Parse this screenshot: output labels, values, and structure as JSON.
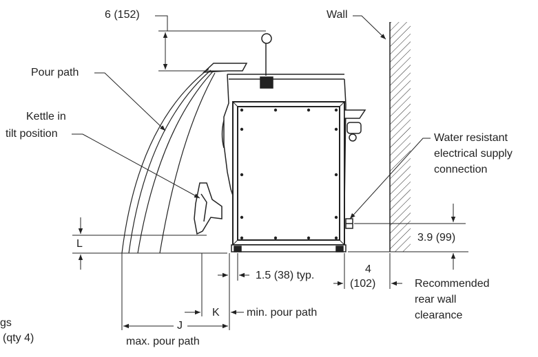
{
  "labels": {
    "top_dim": "6 (152)",
    "wall": "Wall",
    "pour_path": "Pour path",
    "kettle_line1": "Kettle in",
    "kettle_line2": "tilt position",
    "electrical_line1": "Water resistant",
    "electrical_line2": "electrical supply",
    "electrical_line3": "connection",
    "dim_L": "L",
    "dim_99": "3.9 (99)",
    "dim_4": "4",
    "dim_102": "(102)",
    "dim_15": "1.5 (38) typ.",
    "rec_line1": "Recommended",
    "rec_line2": "rear wall",
    "rec_line3": "clearance",
    "dim_K": "K",
    "min_pour": "min. pour path",
    "dim_J": "J",
    "max_pour": "max. pour path",
    "legs_line1": "gs",
    "legs_line2": "(qty 4)"
  },
  "colors": {
    "line": "#222222",
    "background": "#ffffff"
  }
}
